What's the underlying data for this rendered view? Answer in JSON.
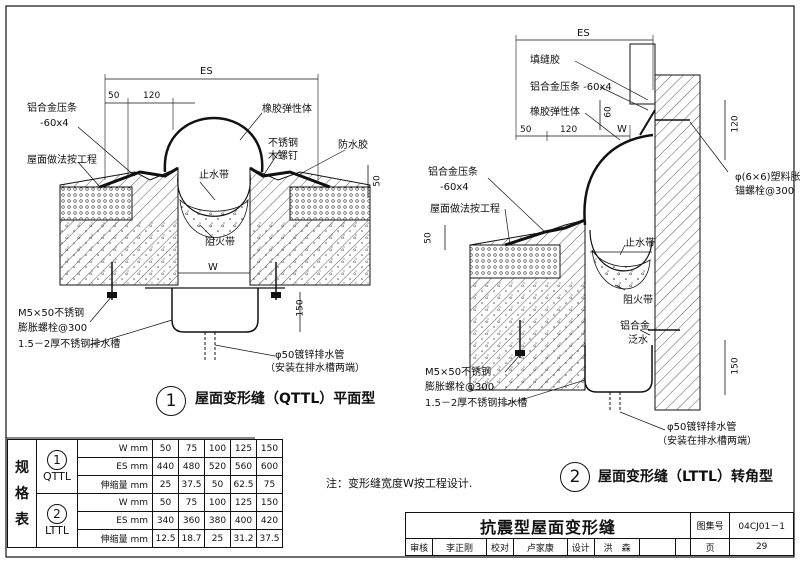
{
  "left_detail": {
    "dim_top": "ES",
    "dim_50": "50",
    "dim_120": "120",
    "dim_right_50": "50",
    "dim_150": "150",
    "dim_w": "W",
    "labels": {
      "al_strip": "铝合金压条",
      "al_strip_size": "-60x4",
      "roof_work": "屋面做法按工程",
      "rubber": "橡胶弹性体",
      "stainless": "不锈钢",
      "wood_screw": "木螺钉",
      "fire_glue": "防水胶",
      "water_stop": "止水带",
      "fire_stop": "阻火带",
      "bolt1": "M5×50不锈钢",
      "bolt2": "膨胀螺栓@300",
      "gutter": "1.5－2厚不锈钢排水槽",
      "pipe1": "φ50镀锌排水管",
      "pipe2": "（安装在排水槽两端）"
    },
    "caption_no": "1",
    "caption": "屋面变形缝（QTTL）平面型"
  },
  "right_detail": {
    "dim_top": "ES",
    "dim_60": "60",
    "dim_50": "50",
    "dim_120": "120",
    "dim_w": "W",
    "dim_v120": "120",
    "dim_left_50": "50",
    "dim_150": "150",
    "labels": {
      "filler": "填缝胶",
      "al_strip_top": "铝合金压条 -60x4",
      "rubber": "橡胶弹性体",
      "plastic1": "φ(6×6)塑料胀",
      "plastic2": "锚螺栓@300",
      "al_strip": "铝合金压条",
      "al_strip_size": "-60x4",
      "roof_work": "屋面做法按工程",
      "water_stop": "止水带",
      "fire_stop": "阻火带",
      "al_flash1": "铝合金",
      "al_flash2": "泛水",
      "bolt1": "M5×50不锈钢",
      "bolt2": "膨胀螺栓@300",
      "gutter": "1.5－2厚不锈钢排水槽",
      "pipe1": "φ50镀锌排水管",
      "pipe2": "（安装在排水槽两端）"
    },
    "caption_no": "2",
    "caption": "屋面变形缝（LTTL）转角型"
  },
  "note": "注：变形缝宽度W按工程设计.",
  "spec_table": {
    "side_title": [
      "规",
      "格",
      "表"
    ],
    "groups": [
      {
        "no": "1",
        "name": "QTTL",
        "rows": [
          {
            "label": "W mm",
            "values": [
              "50",
              "75",
              "100",
              "125",
              "150"
            ]
          },
          {
            "label": "ES mm",
            "values": [
              "440",
              "480",
              "520",
              "560",
              "600"
            ]
          },
          {
            "label": "伸缩量 mm",
            "values": [
              "25",
              "37.5",
              "50",
              "62.5",
              "75"
            ]
          }
        ]
      },
      {
        "no": "2",
        "name": "LTTL",
        "rows": [
          {
            "label": "W mm",
            "values": [
              "50",
              "75",
              "100",
              "125",
              "150"
            ]
          },
          {
            "label": "ES mm",
            "values": [
              "340",
              "360",
              "380",
              "400",
              "420"
            ]
          },
          {
            "label": "伸缩量 mm",
            "values": [
              "12.5",
              "18.7",
              "25",
              "31.2",
              "37.5"
            ]
          }
        ]
      }
    ]
  },
  "title_block": {
    "title": "抗震型屋面变形缝",
    "atlas_label": "图集号",
    "atlas_no": "04CJ01－1",
    "page_label": "页",
    "page_no": "29",
    "review_label": "审核",
    "reviewer": "李正刚",
    "check_label": "校对",
    "checker": "卢家康",
    "design_label": "设计",
    "designer": "洪　森"
  }
}
